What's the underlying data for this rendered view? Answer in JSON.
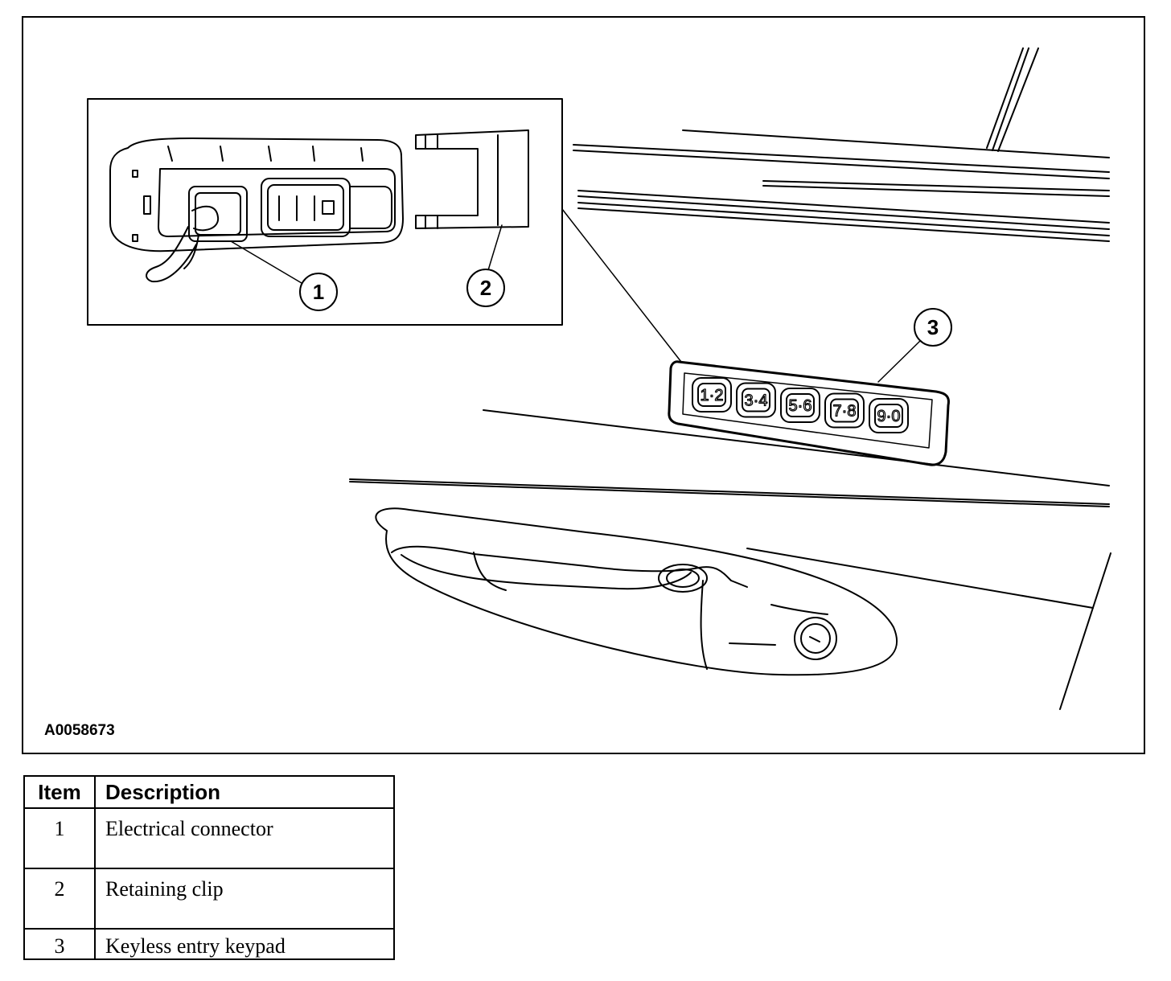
{
  "figure": {
    "id": "A0058673",
    "callouts": [
      "1",
      "2",
      "3"
    ],
    "keypad_buttons": [
      "1·2",
      "3·4",
      "5·6",
      "7·8",
      "9·0"
    ]
  },
  "legend": {
    "headers": [
      "Item",
      "Description"
    ],
    "rows": [
      {
        "item": "1",
        "description": "Electrical connector"
      },
      {
        "item": "2",
        "description": "Retaining clip"
      },
      {
        "item": "3",
        "description": "Keyless entry keypad"
      }
    ]
  }
}
